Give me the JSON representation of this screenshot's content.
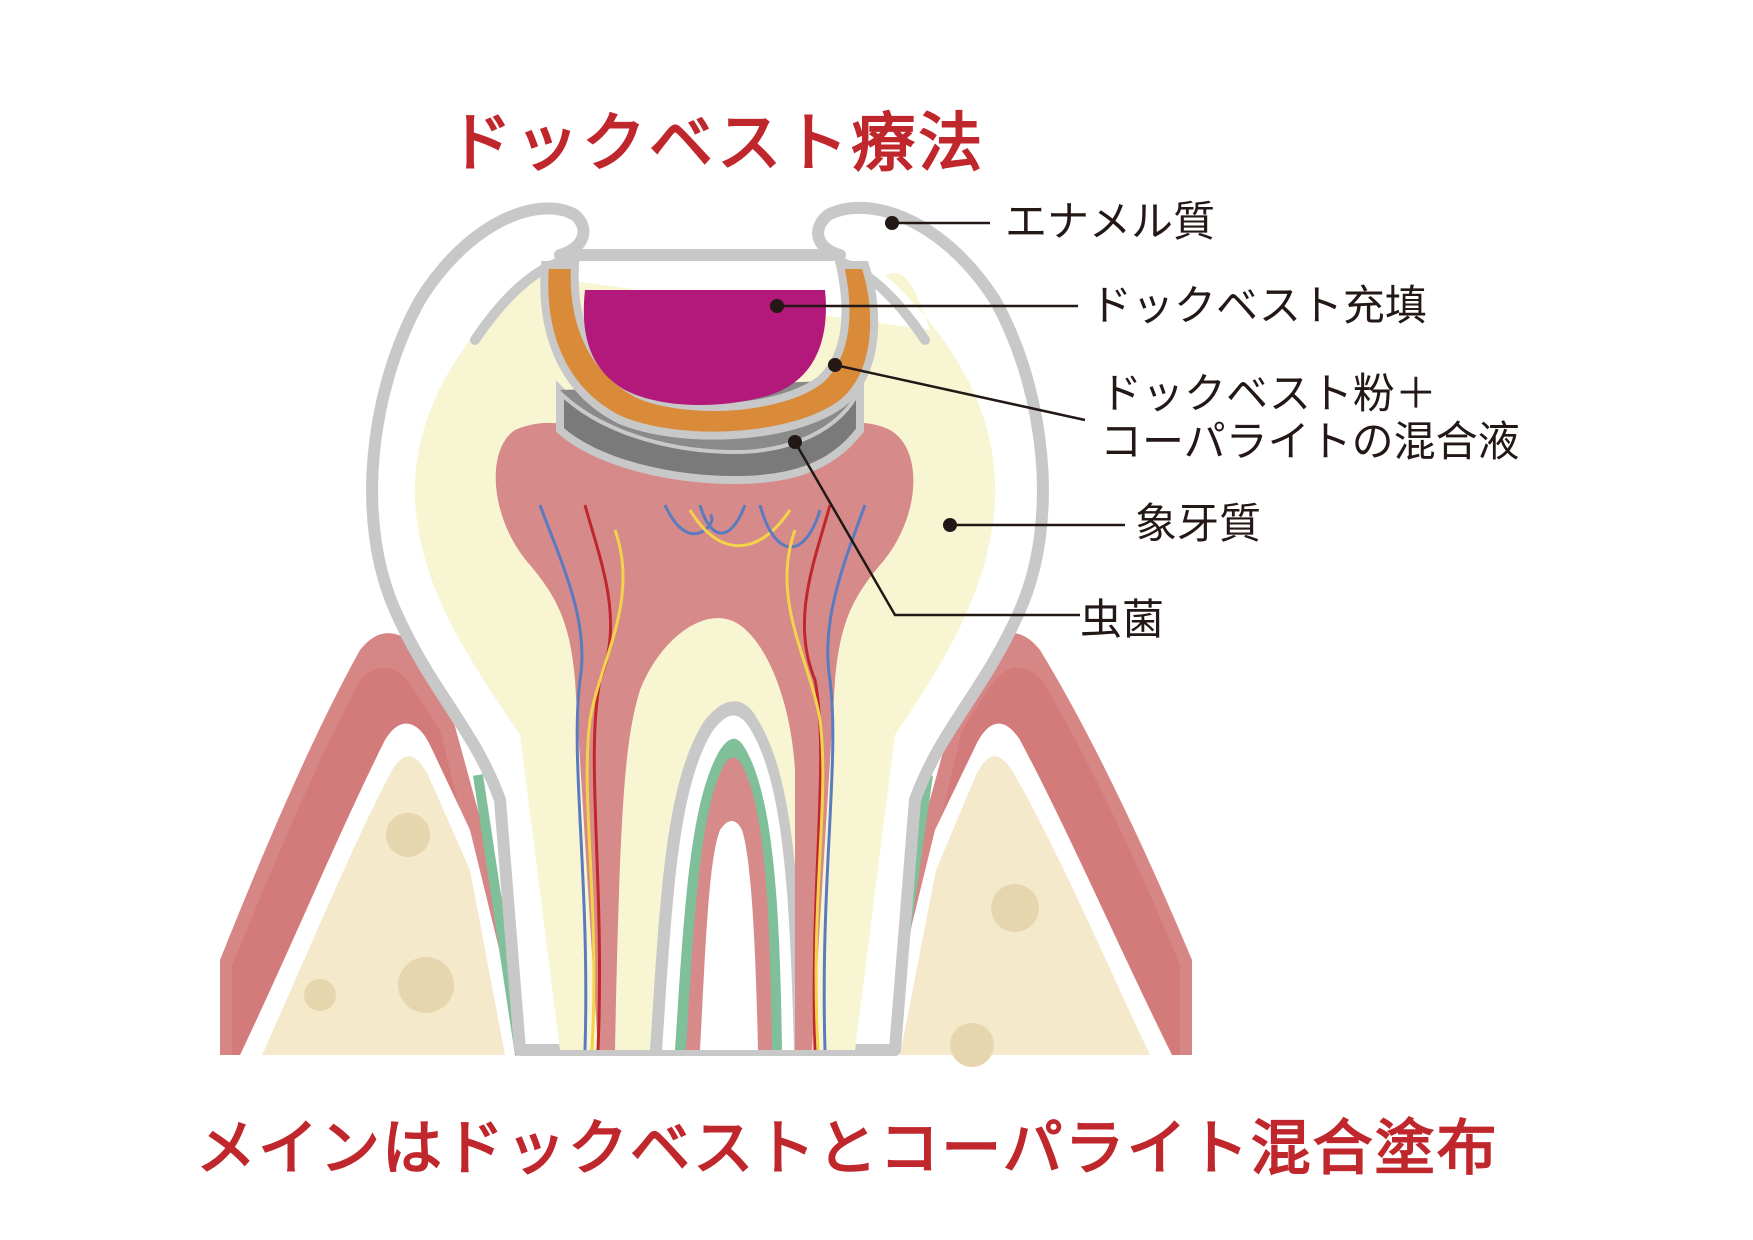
{
  "title": "ドックベスト療法",
  "subtitle": "メインはドックベストとコーパライト混合塗布",
  "labels": {
    "enamel": "エナメル質",
    "filling": "ドックベスト充填",
    "mix_line1": "ドックベスト粉＋",
    "mix_line2": "コーパライトの混合液",
    "dentin": "象牙質",
    "caries": "虫菌"
  },
  "colors": {
    "title": "#c0272d",
    "filling": "#b2197a",
    "mixture": "#d98b3a",
    "caries": "#7a7a7a",
    "dentin": "#f8f6d2",
    "pulp": "#d78a8a",
    "gum": "#d78686",
    "bone": "#f5e9cc"
  }
}
